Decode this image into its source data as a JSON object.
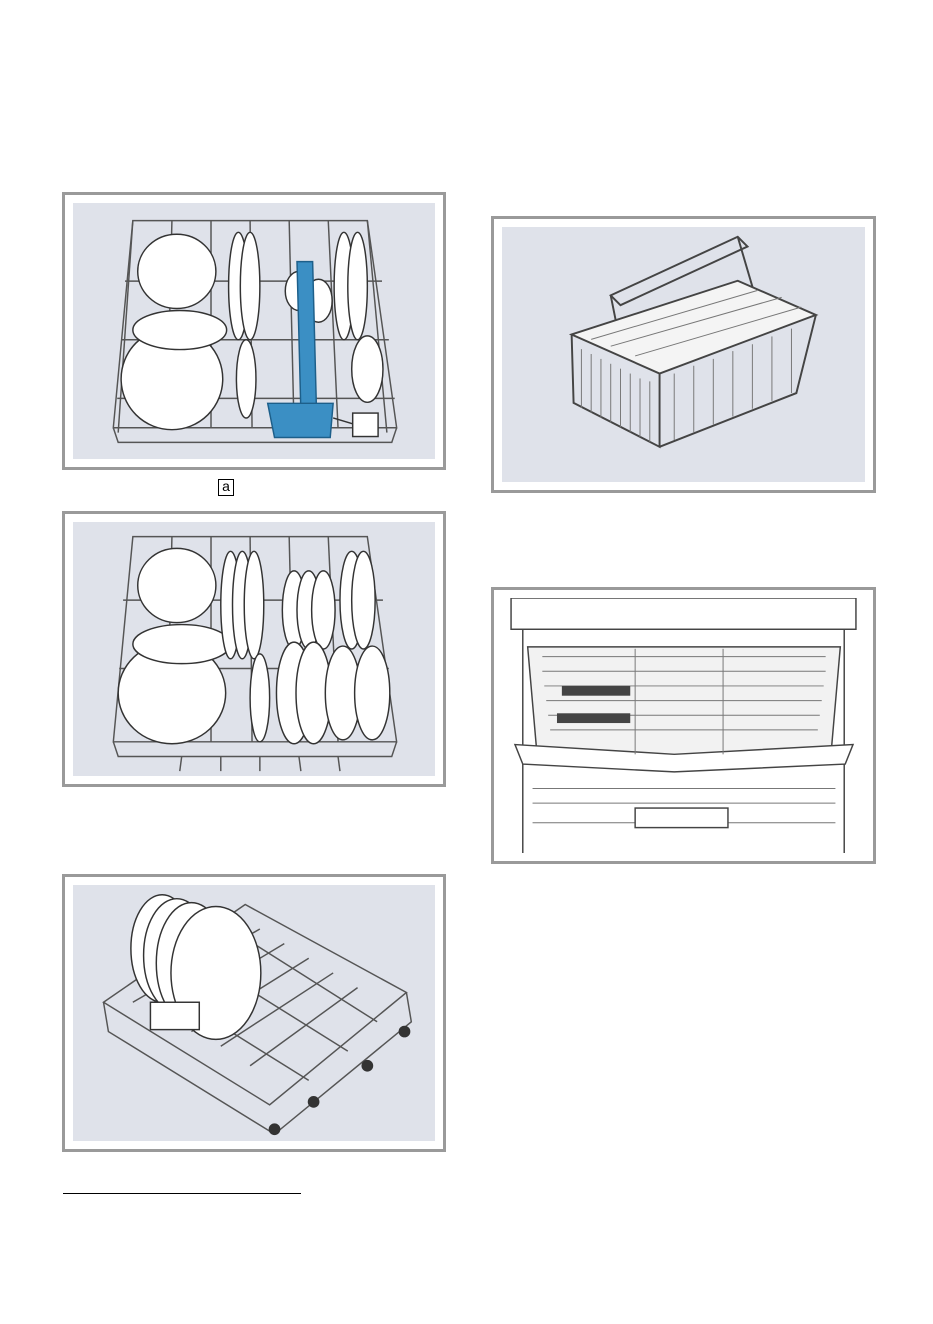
{
  "figure_callout": "a",
  "colors": {
    "panel_background": "#dfe2ea",
    "panel_border": "#9a9a9a",
    "basket_insert_accent": "#3b8fc4"
  },
  "figures": [
    {
      "name": "upper-basket-with-cutlery-insert",
      "depicts": "rack-with-plates-bowls-and-cutlery-insert"
    },
    {
      "name": "upper-basket-plates-and-bowls",
      "depicts": "rack-with-plates-and-bowls"
    },
    {
      "name": "lower-basket-with-plates",
      "depicts": "lower-rack-with-large-plates"
    },
    {
      "name": "cutlery-basket",
      "depicts": "cutlery-basket-with-handle"
    },
    {
      "name": "cutlery-drawer",
      "depicts": "dishwasher-with-cutlery-drawer-pulled-out"
    }
  ]
}
